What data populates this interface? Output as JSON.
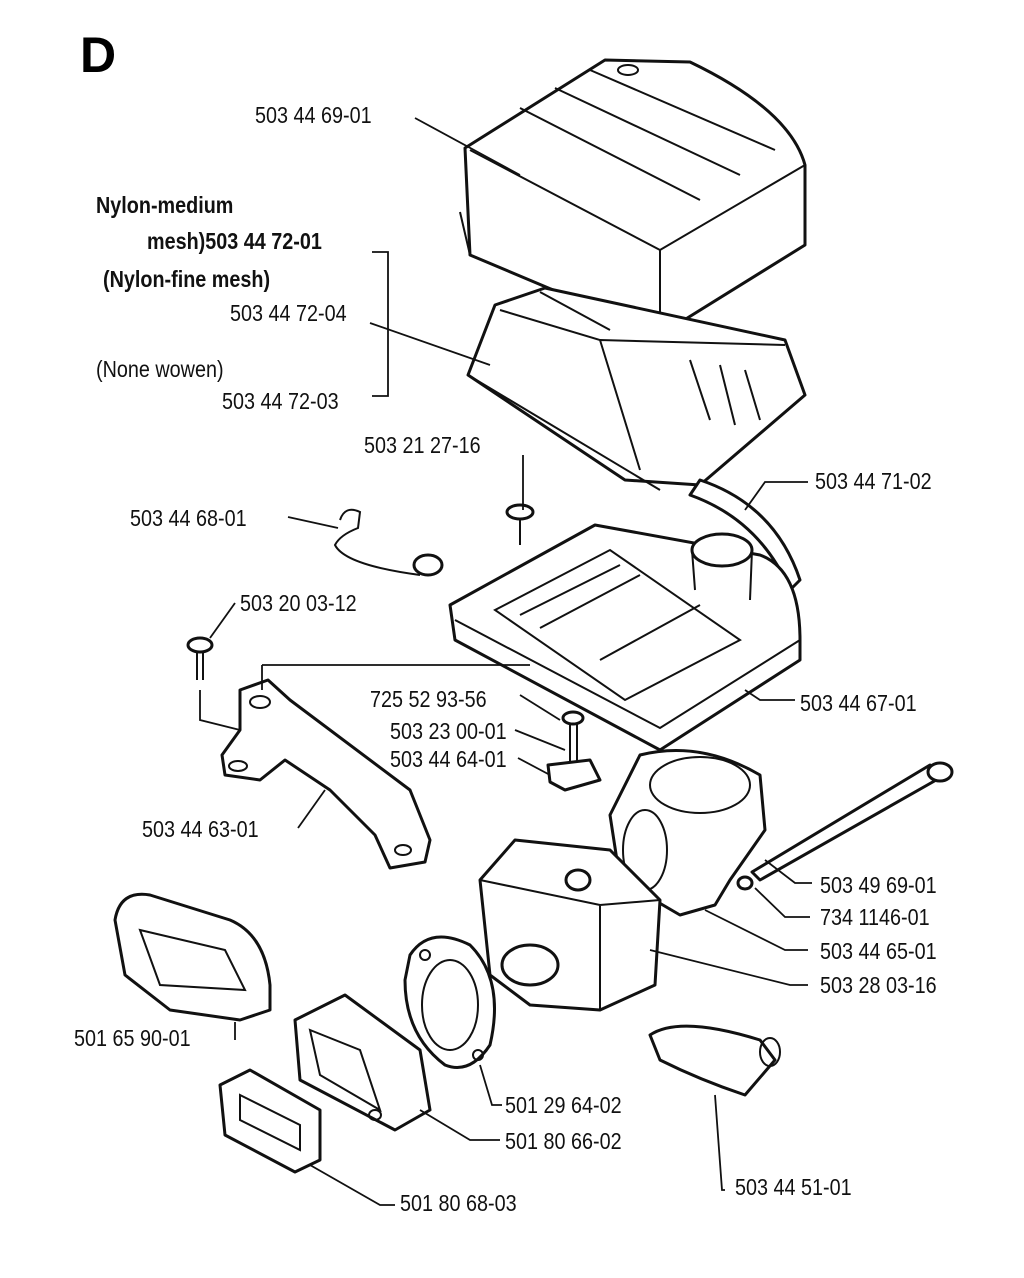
{
  "section_letter": "D",
  "filter_notes": {
    "medium": "Nylon-medium",
    "medium_mesh": "mesh)503 44 72-01",
    "fine": "(Nylon-fine mesh)",
    "fine_part": "503 44 72-04",
    "woven": "(None wowen)",
    "woven_part": "503 44 72-03"
  },
  "parts": {
    "p1": "503 44 69-01",
    "p2": "503 21 27-16",
    "p3": "503 44 71-02",
    "p4": "503 44 68-01",
    "p5": "503 20 03-12",
    "p6": "725 52 93-56",
    "p7": "503 23 00-01",
    "p8": "503 44 64-01",
    "p9": "503 44 67-01",
    "p10": "503 44 63-01",
    "p11": "503 49 69-01",
    "p12": "734 1146-01",
    "p13": "503 44 65-01",
    "p14": "503 28 03-16",
    "p15": "501 65 90-01",
    "p16": "501 29 64-02",
    "p17": "501 80 66-02",
    "p18": "503 44 51-01",
    "p19": "501 80 68-03"
  }
}
